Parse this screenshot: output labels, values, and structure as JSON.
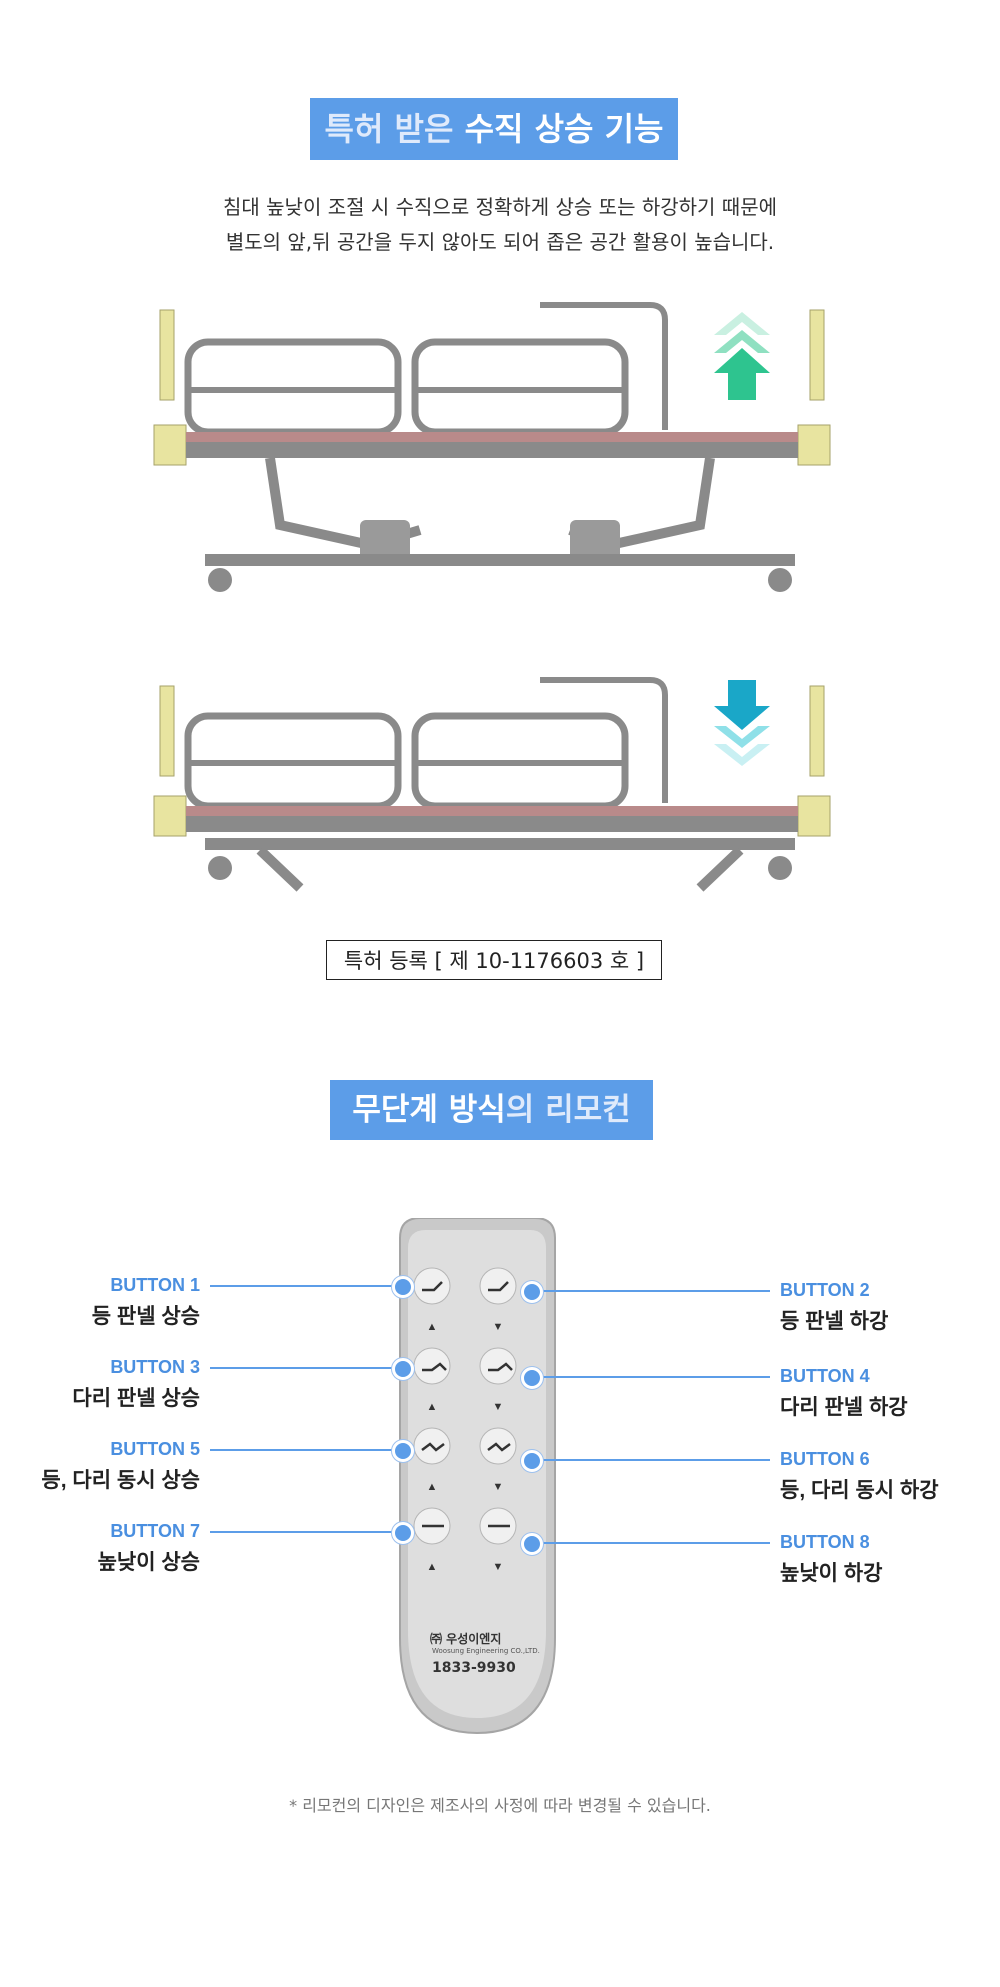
{
  "section1": {
    "banner_pre": "특허 받은 ",
    "banner_main": "수직 상승 기능",
    "desc_line1": "침대 높낮이 조절 시 수직으로 정확하게 상승 또는 하강하기 때문에",
    "desc_line2": "별도의 앞,뒤 공간을 두지 않아도 되어 좁은 공간 활용이 높습니다.",
    "patent": "특허 등록 [ 제 10-1176603 호 ]"
  },
  "section2": {
    "banner_main": "무단계 방식",
    "banner_post": "의 리모컨",
    "buttons": [
      {
        "title": "BUTTON 1",
        "desc": "등 판넬 상승"
      },
      {
        "title": "BUTTON 2",
        "desc": "등 판넬 하강"
      },
      {
        "title": "BUTTON 3",
        "desc": "다리 판넬 상승"
      },
      {
        "title": "BUTTON 4",
        "desc": "다리 판넬 하강"
      },
      {
        "title": "BUTTON 5",
        "desc": "등, 다리 동시 상승"
      },
      {
        "title": "BUTTON 6",
        "desc": "등, 다리 동시 하강"
      },
      {
        "title": "BUTTON 7",
        "desc": "높낮이 상승"
      },
      {
        "title": "BUTTON 8",
        "desc": "높낮이 하강"
      }
    ],
    "remote": {
      "brand": "㈜ 우성이엔지",
      "brand_en": "Woosung Engineering CO.,LTD.",
      "phone": "1833-9930"
    },
    "note": "* 리모컨의 디자인은 제조사의 사정에 따라 변경될 수 있습니다."
  },
  "colors": {
    "accent": "#5c9de8",
    "arrow_up": "#2ec48f",
    "arrow_down": "#1aa7c8",
    "bed_frame": "#8a8a8a",
    "bed_end": "#e6e29a"
  }
}
